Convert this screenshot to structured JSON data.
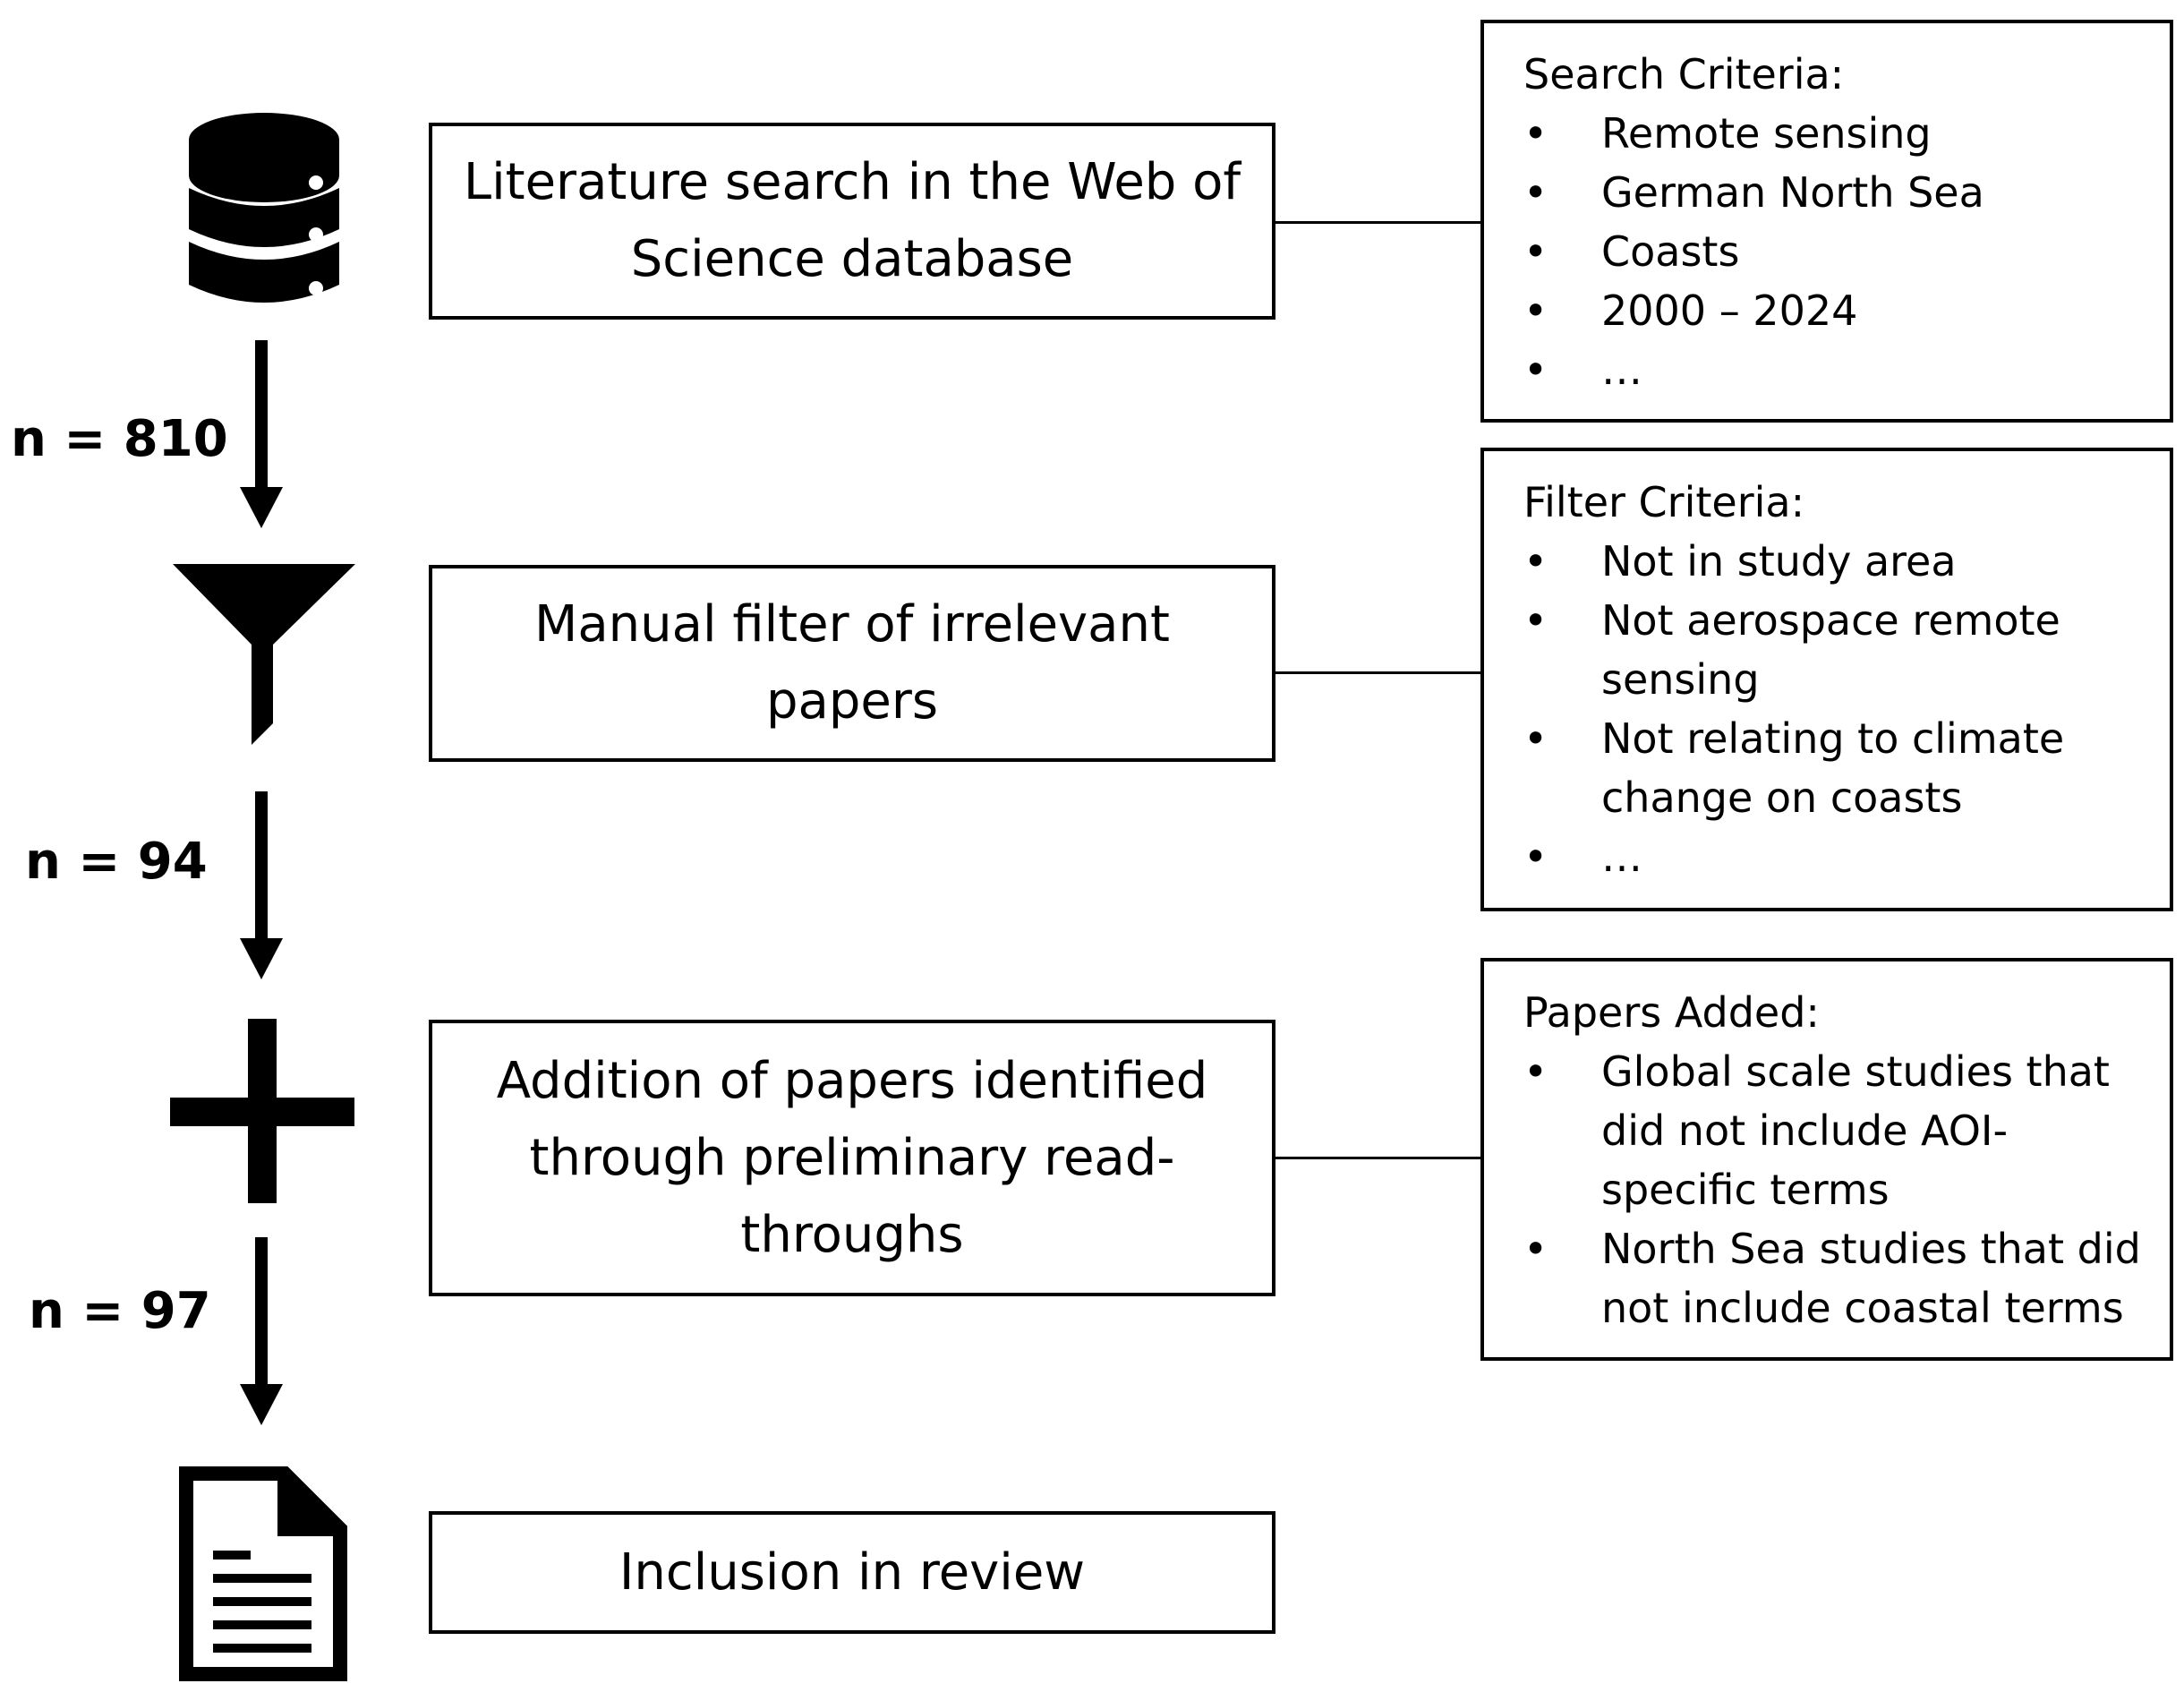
{
  "steps": [
    {
      "label": "Literature search in the Web of Science database",
      "icon": "database-icon"
    },
    {
      "label": "Manual filter of irrelevant papers",
      "icon": "funnel-icon"
    },
    {
      "label": "Addition of papers identified through preliminary read-throughs",
      "icon": "plus-icon"
    },
    {
      "label": "Inclusion in review",
      "icon": "document-icon"
    }
  ],
  "counts": [
    "n = 810",
    "n = 94",
    "n = 97"
  ],
  "criteria": [
    {
      "title": "Search Criteria:",
      "items": [
        "Remote sensing",
        "German North Sea",
        "Coasts",
        "2000 – 2024",
        "…"
      ]
    },
    {
      "title": "Filter Criteria:",
      "items": [
        "Not in study area",
        "Not aerospace remote sensing",
        "Not relating to climate change on coasts",
        "…"
      ]
    },
    {
      "title": "Papers Added:",
      "items": [
        "Global scale studies that did not include AOI-specific terms",
        "North Sea studies that did not include coastal terms"
      ]
    }
  ]
}
